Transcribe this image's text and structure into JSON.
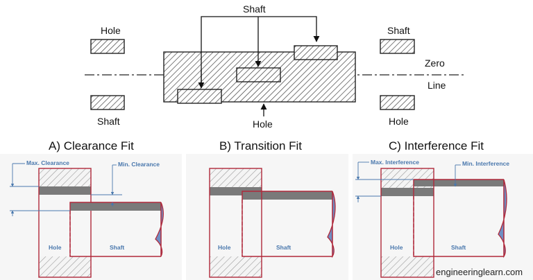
{
  "top": {
    "shaft_top": "Shaft",
    "hole_left": "Hole",
    "shaft_left": "Shaft",
    "shaft_right": "Shaft",
    "hole_right": "Hole",
    "hole_bottom": "Hole",
    "zero": "Zero",
    "line": "Line"
  },
  "panels": {
    "clearance": {
      "title": "A) Clearance Fit",
      "max_label": "Max. Clearance",
      "min_label": "Min. Clearance",
      "hole": "Hole",
      "shaft": "Shaft"
    },
    "transition": {
      "title": "B) Transition Fit",
      "hole": "Hole",
      "shaft": "Shaft"
    },
    "interference": {
      "title": "C) Interference Fit",
      "max_label": "Max. Interference",
      "min_label": "Min. Interference",
      "hole": "Hole",
      "shaft": "Shaft"
    }
  },
  "watermark": "engineeringlearn.com",
  "colors": {
    "outline": "#b0283a",
    "fill_blue": "#6f8fc4",
    "tolerance_gray": "#7a7a7a",
    "label_blue": "#4a78ad"
  }
}
